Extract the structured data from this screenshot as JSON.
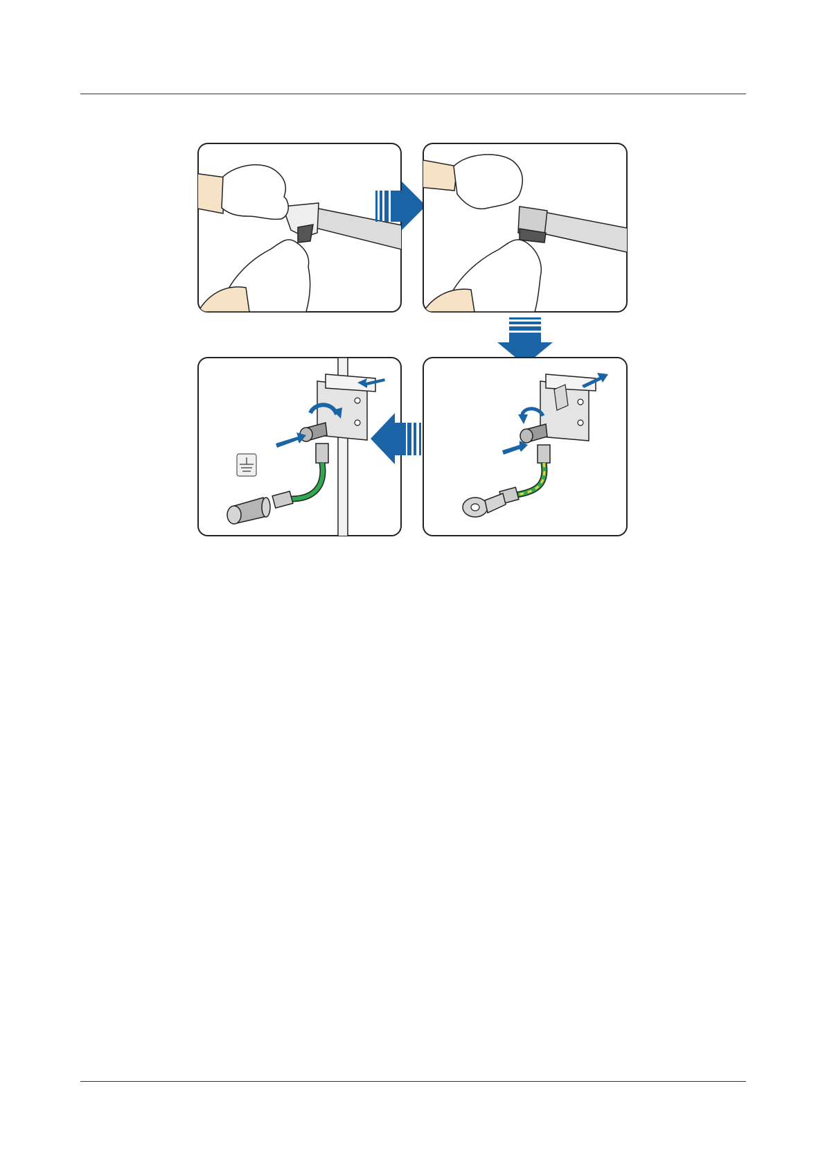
{
  "document": {
    "page_header_text": "",
    "page_footer_text": ""
  },
  "figure": {
    "panels": [
      {
        "name": "panel-strip-cable",
        "step": 1
      },
      {
        "name": "panel-crimp-terminal",
        "step": 2
      },
      {
        "name": "panel-install-terminal",
        "step": 3
      },
      {
        "name": "panel-connect-ground",
        "step": 4
      }
    ],
    "arrows": [
      "right",
      "down",
      "left"
    ],
    "ground_symbol_icon": "ground-symbol-icon",
    "colors": {
      "arrow_blue": "#1a64a6",
      "cable_grey": "#dcdcdc",
      "insulation_dark": "#555555",
      "ground_green": "#2fa84f",
      "ground_yellow": "#e8d43a",
      "outline": "#222222",
      "skin": "#f6e2c4"
    }
  }
}
